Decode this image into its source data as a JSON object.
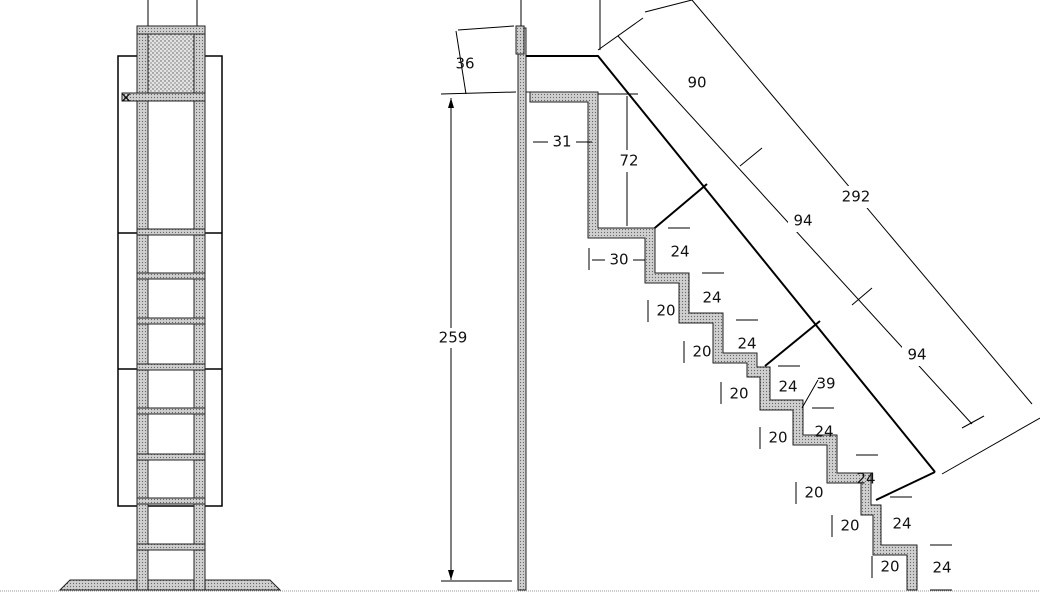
{
  "dimensions": {
    "top_height": "36",
    "total_height": "259",
    "landing_depth": "31",
    "first_rise": "72",
    "upper_tread": "30",
    "riser": "24",
    "tread": "20",
    "rail_segment_1": "90",
    "rail_segment_2": "94",
    "rail_segment_3": "94",
    "rail_total": "292",
    "post_spacing": "39"
  }
}
